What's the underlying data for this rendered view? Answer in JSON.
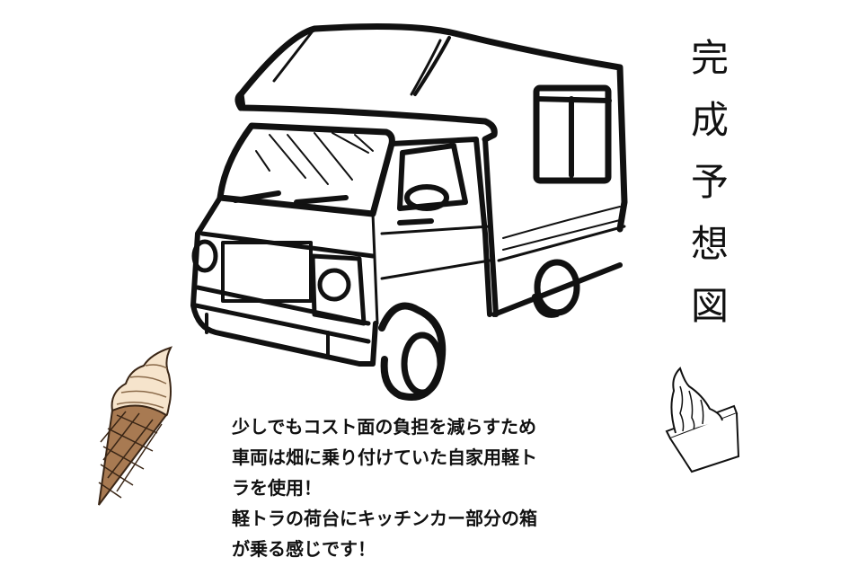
{
  "title": {
    "vertical_text": [
      "完",
      "成",
      "予",
      "想",
      "図"
    ],
    "full": "完成予想図"
  },
  "caption": {
    "lines": [
      "少しでもコスト面の負担を減らすため",
      "車両は畑に乗り付けていた自家用軽ト",
      "ラを使用！",
      "軽トラの荷台にキッチンカー部分の箱",
      "が乗る感じです！"
    ]
  },
  "illustrations": {
    "truck": "kei-truck-kitchen-car-line-drawing",
    "cone": "soft-serve-cone-icon",
    "cup": "soft-serve-cup-icon"
  },
  "colors": {
    "background": "#ffffff",
    "ink": "#111111",
    "cone_waffle": "#a87a52",
    "cream": "#f6e4cc"
  }
}
